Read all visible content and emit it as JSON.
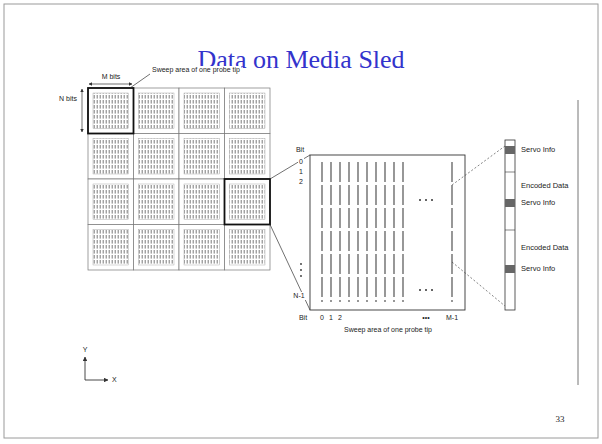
{
  "diagram": {
    "title": "Data on Media Sled",
    "labels": [
      "M bits",
      "Sweep area of one probe tip",
      "N bits",
      "Y",
      "X",
      "Bit",
      "0",
      "1",
      "2",
      "N-1",
      "Bit",
      "0",
      "1",
      "2",
      "•••",
      "M-1",
      "Sweep area of one probe tip",
      "Servo Info",
      "Encoded Data",
      "Servo Info",
      "Encoded Data",
      "Servo Info",
      "33"
    ]
  }
}
